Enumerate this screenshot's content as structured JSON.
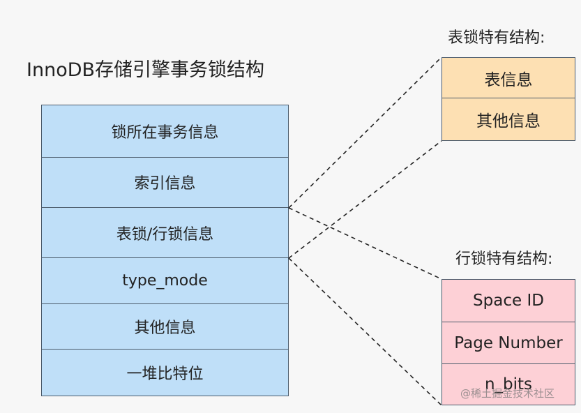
{
  "title": "InnoDB存储引擎事务锁结构",
  "lock_struct": {
    "fields": [
      "锁所在事务信息",
      "索引信息",
      "表锁/行锁信息",
      "type_mode",
      "其他信息",
      "一堆比特位"
    ]
  },
  "table_lock": {
    "title": "表锁特有结构:",
    "fields": [
      "表信息",
      "其他信息"
    ]
  },
  "row_lock": {
    "title": "行锁特有结构:",
    "fields": [
      "Space ID",
      "Page Number",
      "n_bits"
    ]
  },
  "watermark": "@稀土掘金技术社区",
  "colors": {
    "main_fill": "#bfdff8",
    "table_fill": "#fde0b3",
    "row_fill": "#fdd0d6",
    "border": "#4a5a6a"
  }
}
